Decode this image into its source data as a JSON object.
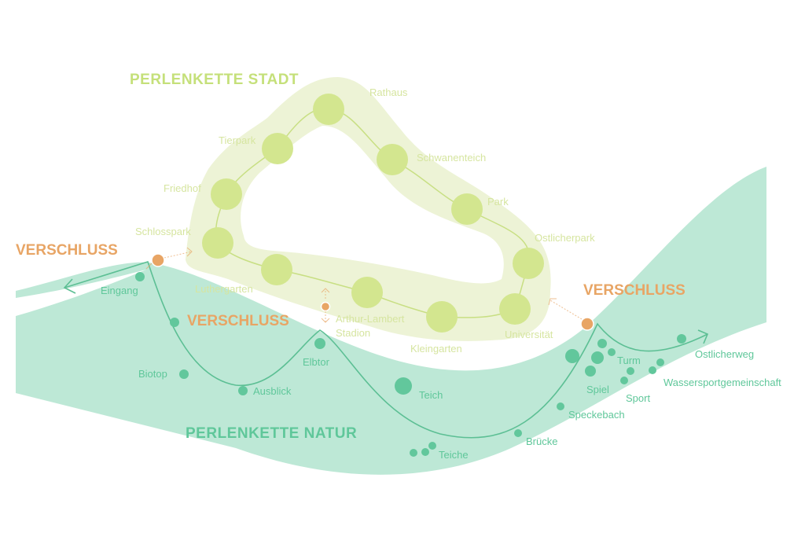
{
  "titles": {
    "city": "PERLENKETTE STADT",
    "nature": "PERLENKETTE NATUR"
  },
  "locks": [
    "VERSCHLUSS",
    "VERSCHLUSS",
    "VERSCHLUSS"
  ],
  "city_stations": [
    "Rathaus",
    "Schwanenteich",
    "Park",
    "Ostlicherpark",
    "Universität",
    "Kleingarten",
    "Arthur-Lambert",
    "Stadion",
    "Luthergarten",
    "Schlosspark",
    "Friedhof",
    "Tierpark"
  ],
  "nature_stations": [
    "Eingang",
    "Biotop",
    "Ausblick",
    "Elbtor",
    "Teich",
    "Teiche",
    "Brücke",
    "Speckebach",
    "Spiel",
    "Turm",
    "Sport",
    "Wassersportgemeinschaft",
    "Ostlicherweg"
  ],
  "colors": {
    "nature_band": "#bde8d6",
    "nature_dot": "#62c79c",
    "city_area": "#edf3d6",
    "city_dot": "#d3e68f",
    "city_title": "#c5e07a",
    "lock": "#e8a565"
  }
}
